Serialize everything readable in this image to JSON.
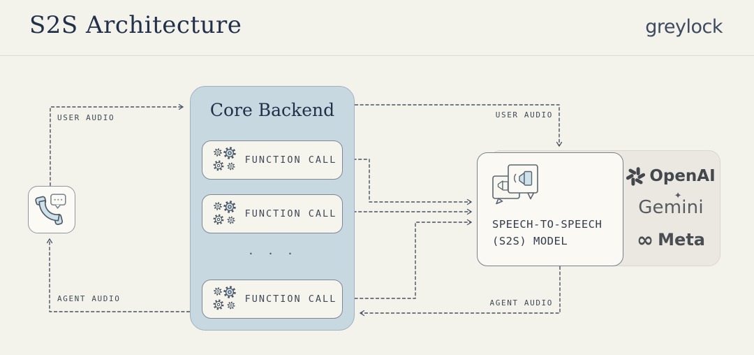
{
  "header": {
    "title": "S2S Architecture",
    "brand": "greylock"
  },
  "colors": {
    "page_bg": "#f3f2eb",
    "core_backend_blue": "#c8d8e1",
    "card_bg": "#f6f5ed",
    "node_bg": "#fbfaf4",
    "providers_bg": "#eae8e1",
    "ink_navy": "#22304a",
    "line_slate": "#475160",
    "icon_blue": "#cfe1ea"
  },
  "phone": {
    "icon": "phone-with-chat-bubble"
  },
  "core_backend": {
    "title": "Core Backend",
    "function_calls": [
      {
        "label": "FUNCTION CALL",
        "icon": "gears-icon"
      },
      {
        "label": "FUNCTION CALL",
        "icon": "gears-icon"
      },
      {
        "label": "FUNCTION CALL",
        "icon": "gears-icon"
      }
    ],
    "ellipsis": ". . ."
  },
  "s2s_model": {
    "icon": "speech-bubbles-audio",
    "label_line1": "SPEECH-TO-SPEECH",
    "label_line2": "(S2S) MODEL"
  },
  "providers": {
    "items": [
      {
        "name": "OpenAI",
        "icon": "openai-swirl"
      },
      {
        "name": "Gemini",
        "icon": "gemini-sparkle",
        "sparkle": "✦"
      },
      {
        "name": "Meta",
        "icon": "meta-infinity",
        "glyph": "∞"
      }
    ]
  },
  "edges": {
    "user_audio_in": "USER AUDIO",
    "user_audio_to_model": "USER AUDIO",
    "agent_audio_from_model": "AGENT AUDIO",
    "agent_audio_out": "AGENT AUDIO"
  }
}
